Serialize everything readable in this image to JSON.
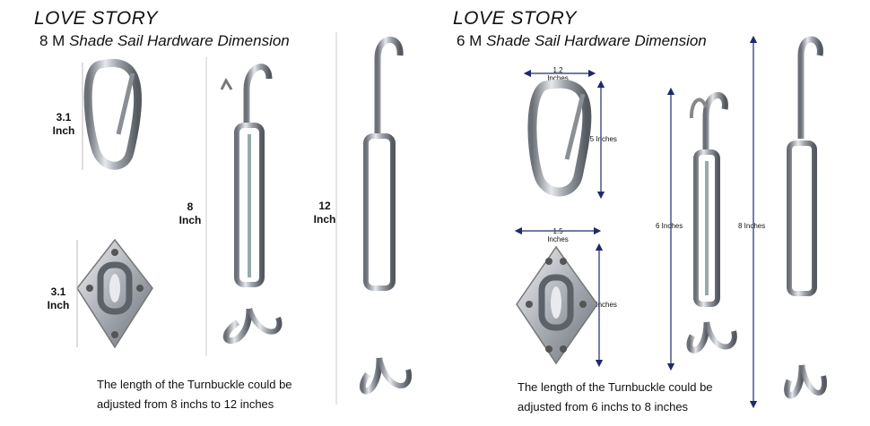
{
  "left": {
    "brand": "LOVE STORY",
    "model": "8 M",
    "title": "Shade Sail Hardware Dimension",
    "carabiner_dim": [
      "3.1",
      "Inch"
    ],
    "plate_dim": [
      "3.1",
      "Inch"
    ],
    "turnbuckle_short_dim": [
      "8",
      "Inch"
    ],
    "turnbuckle_long_dim": [
      "12",
      "Inch"
    ],
    "note_line1": "The length of the Turnbuckle could be",
    "note_line2": "adjusted from 8 inchs to 12 inches"
  },
  "right": {
    "brand": "LOVE STORY",
    "model": "6 M",
    "title": "Shade Sail Hardware Dimension",
    "carabiner_width": [
      "1.2",
      "Inches"
    ],
    "carabiner_height": "2.5 Inches",
    "plate_width": [
      "1.5",
      "Inches"
    ],
    "plate_height": "2.6 Inches",
    "turnbuckle_short_dim": "6 Inches",
    "turnbuckle_long_dim": "8 Inches",
    "note_line1": "The length of the Turnbuckle could be",
    "note_line2": "adjusted from 6 inchs to  8  inches"
  },
  "colors": {
    "metal": "#b9bcc2",
    "metal_dark": "#6b6f76",
    "arrow": "#1f2a6b"
  }
}
